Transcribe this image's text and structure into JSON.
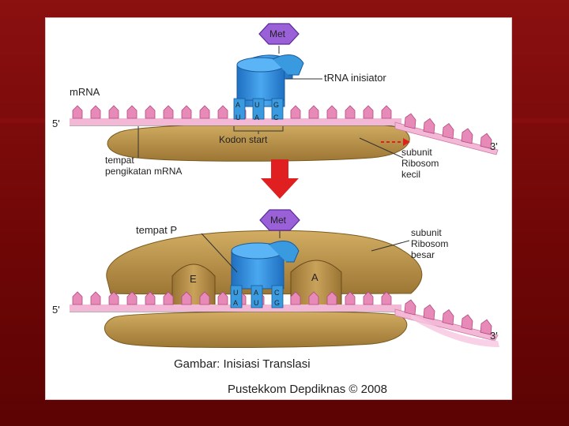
{
  "colors": {
    "background": "#7a0a0a",
    "panel": "#ffffff",
    "ribosome": "#b8924a",
    "ribosome_dark": "#8a6a2a",
    "mrna": "#e88ab8",
    "trna": "#3a9ae0",
    "met": "#9a60d8",
    "arrow": "#e02020"
  },
  "top": {
    "met_label": "Met",
    "trna_label": "tRNA inisiator",
    "mrna_label": "mRNA",
    "five_prime": "5'",
    "three_prime": "3'",
    "anticodon": [
      "A",
      "U",
      "G"
    ],
    "codon": [
      "U",
      "A",
      "C"
    ],
    "kodon_label": "Kodon start",
    "binding_site_label": [
      "tempat",
      "pengikatan mRNA"
    ],
    "small_subunit_label": [
      "subunit",
      "Ribosom",
      "kecil"
    ]
  },
  "bottom": {
    "met_label": "Met",
    "p_site_label": "tempat P",
    "large_subunit_label": [
      "subunit",
      "Ribosom",
      "besar"
    ],
    "e_site": "E",
    "a_site": "A",
    "five_prime": "5'",
    "three_prime": "3'",
    "anticodon": [
      "U",
      "A",
      "C"
    ],
    "codon": [
      "A",
      "U",
      "G"
    ]
  },
  "caption": "Gambar: Inisiasi Translasi",
  "credit": "Pustekkom Depdiknas © 2008"
}
